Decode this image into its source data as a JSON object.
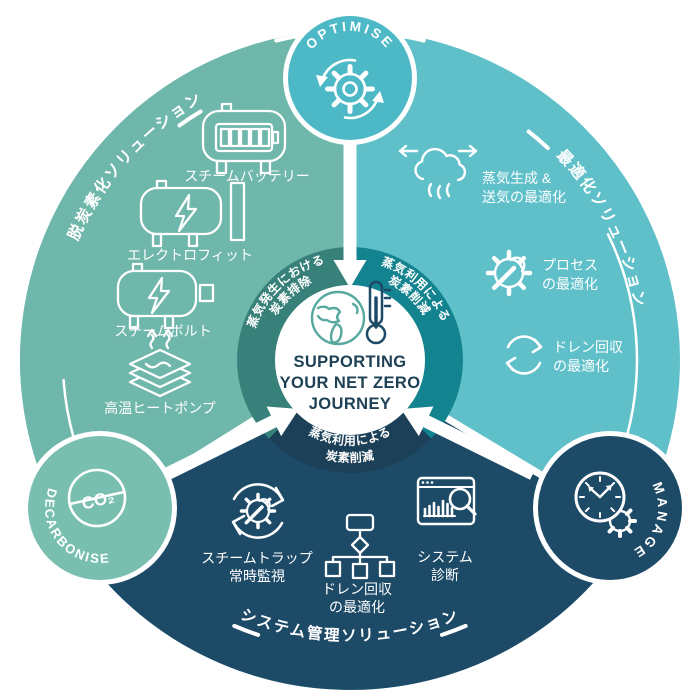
{
  "diagram_title": {
    "line1": "SUPPORTING",
    "line2": "YOUR NET ZERO",
    "line3": "JOURNEY"
  },
  "badges": {
    "optimise": "OPTIMISE",
    "decarbonise": "DECARBONISE",
    "manage": "MANAGE",
    "decarbonise_icon_text": "CO₂"
  },
  "sections": {
    "decarbonise": {
      "arc_label": "脱炭素化ソリューション",
      "items": [
        {
          "label": "スチームバッテリー",
          "icon": "steam-battery-icon"
        },
        {
          "label": "エレクトロフィット",
          "icon": "electrofit-icon"
        },
        {
          "label": "スチームボルト",
          "icon": "steam-volt-icon"
        },
        {
          "label": "高温ヒートポンプ",
          "icon": "heat-pump-icon"
        }
      ]
    },
    "optimise": {
      "arc_label": "最適化ソリューション",
      "items": [
        {
          "lines": [
            "蒸気生成 &",
            "送気の最適化"
          ],
          "icon": "steam-cloud-arrows-icon"
        },
        {
          "lines": [
            "プロセス",
            "の最適化"
          ],
          "icon": "gear-wrench-icon"
        },
        {
          "lines": [
            "ドレン回収",
            "の最適化"
          ],
          "icon": "cycle-arrows-icon"
        }
      ]
    },
    "manage": {
      "arc_label": "システム管理ソリューション",
      "items": [
        {
          "lines": [
            "スチームトラップ",
            "常時監視"
          ],
          "icon": "gear-wrench-cycle-icon"
        },
        {
          "lines": [
            "ドレン回収",
            "の最適化"
          ],
          "icon": "flowchart-icon"
        },
        {
          "lines": [
            "システム",
            "診断"
          ],
          "icon": "system-diagnosis-icon"
        }
      ]
    }
  },
  "ring": {
    "left": {
      "line1": "蒸気発生における",
      "line2": "炭素排除"
    },
    "right": {
      "line1": "蒸気利用による",
      "line2": "炭素削減"
    },
    "bottom": {
      "line1": "蒸気利用による",
      "line2": "炭素削減"
    }
  },
  "colors": {
    "decarbonise_section": "#6fb6ab",
    "optimise_section": "#5fc0ca",
    "manage_section": "#1d4a67",
    "ring_left": "#37817a",
    "ring_right": "#12838f",
    "ring_bottom": "#1c4057",
    "badge_optimise": "#4db9c6",
    "badge_decarbonise": "#78bfb0",
    "badge_manage": "#1d4a67",
    "title_text": "#1d4055",
    "globe_stroke": "#57a89e",
    "thermometer_stroke": "#1d4a68"
  }
}
